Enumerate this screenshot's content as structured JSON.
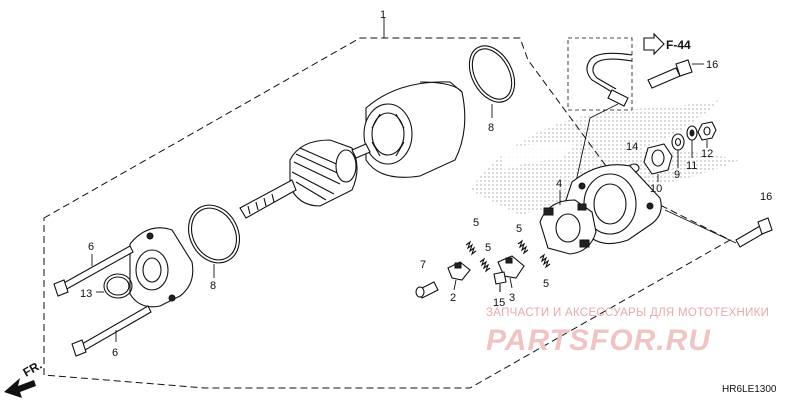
{
  "callouts": {
    "c1": "1",
    "c2": "2",
    "c3": "3",
    "c4": "4",
    "c5a": "5",
    "c5b": "5",
    "c5c": "5",
    "c5d": "5",
    "c6a": "6",
    "c6b": "6",
    "c7": "7",
    "c8a": "8",
    "c8b": "8",
    "c9": "9",
    "c10": "10",
    "c11": "11",
    "c12": "12",
    "c13": "13",
    "c14": "14",
    "c15": "15",
    "c16a": "16",
    "c16b": "16"
  },
  "reference": {
    "label": "F-44"
  },
  "direction": {
    "label": "FR."
  },
  "diagram_code": "HR6LE1300",
  "watermark": {
    "subtitle": "ЗАПЧАСТИ И АКСЕССУАРЫ ДЛЯ МОТОТЕХНИКИ",
    "brand": "PARTSFOR.RU",
    "color": "#f1c4c4"
  }
}
